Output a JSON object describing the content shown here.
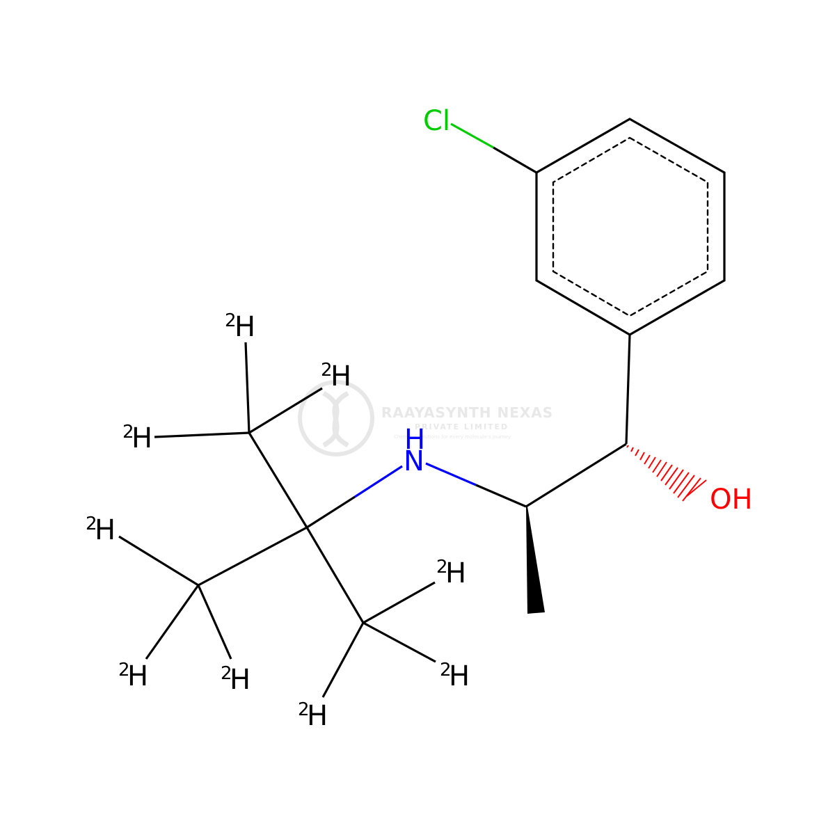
{
  "colors": {
    "bond": "#000000",
    "chlorine": "#00CC00",
    "nitrogen": "#0000FF",
    "oxygen": "#FF0000",
    "watermark": "#d8d8d8"
  },
  "atoms": {
    "cl": "Cl",
    "nh_h": "H",
    "nh_n": "N",
    "oh": "OH",
    "d1_iso": "2",
    "d1_h": "H",
    "d2_iso": "2",
    "d2_h": "H",
    "d3_iso": "2",
    "d3_h": "H",
    "d4_iso": "2",
    "d4_h": "H",
    "d5_iso": "2",
    "d5_h": "H",
    "d6_iso": "2",
    "d6_h": "H",
    "d7_iso": "2",
    "d7_h": "H",
    "d8_iso": "2",
    "d8_h": "H",
    "d9_iso": "2",
    "d9_h": "H"
  },
  "watermark": {
    "title": "RAAYASYNTH NEXAS",
    "subtitle": "PRIVATE LIMITED",
    "tagline": "Chemical solutions for every molecule's journey"
  }
}
